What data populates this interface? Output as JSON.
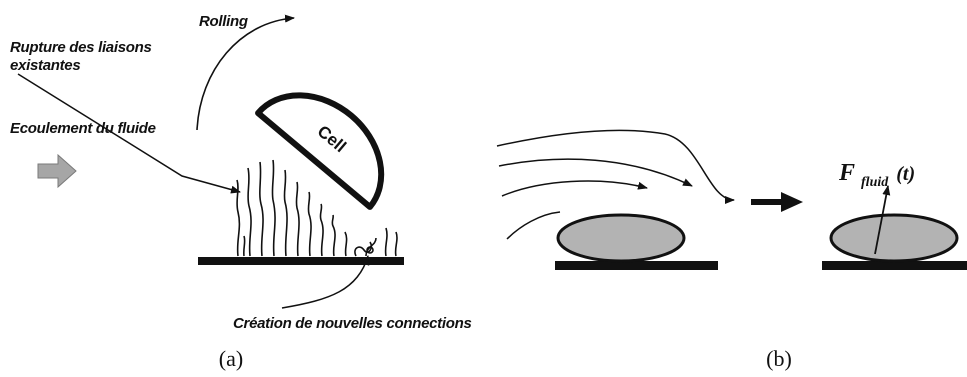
{
  "panel_a": {
    "label": "(a)",
    "rolling_label": "Rolling",
    "rupture_label_line1": "Rupture des liaisons",
    "rupture_label_line2": "existantes",
    "flow_label": "Ecoulement du fluide",
    "cell_label": "Cell",
    "creation_label": "Création de nouvelles connections"
  },
  "panel_b": {
    "label": "(b)",
    "force_symbol": "F",
    "force_subscript": "fluid",
    "force_argument": "(t)"
  },
  "colors": {
    "ink": "#111111",
    "cell_fill_b": "#b3b3b3",
    "flow_arrow_fill": "#a6a6a6"
  }
}
